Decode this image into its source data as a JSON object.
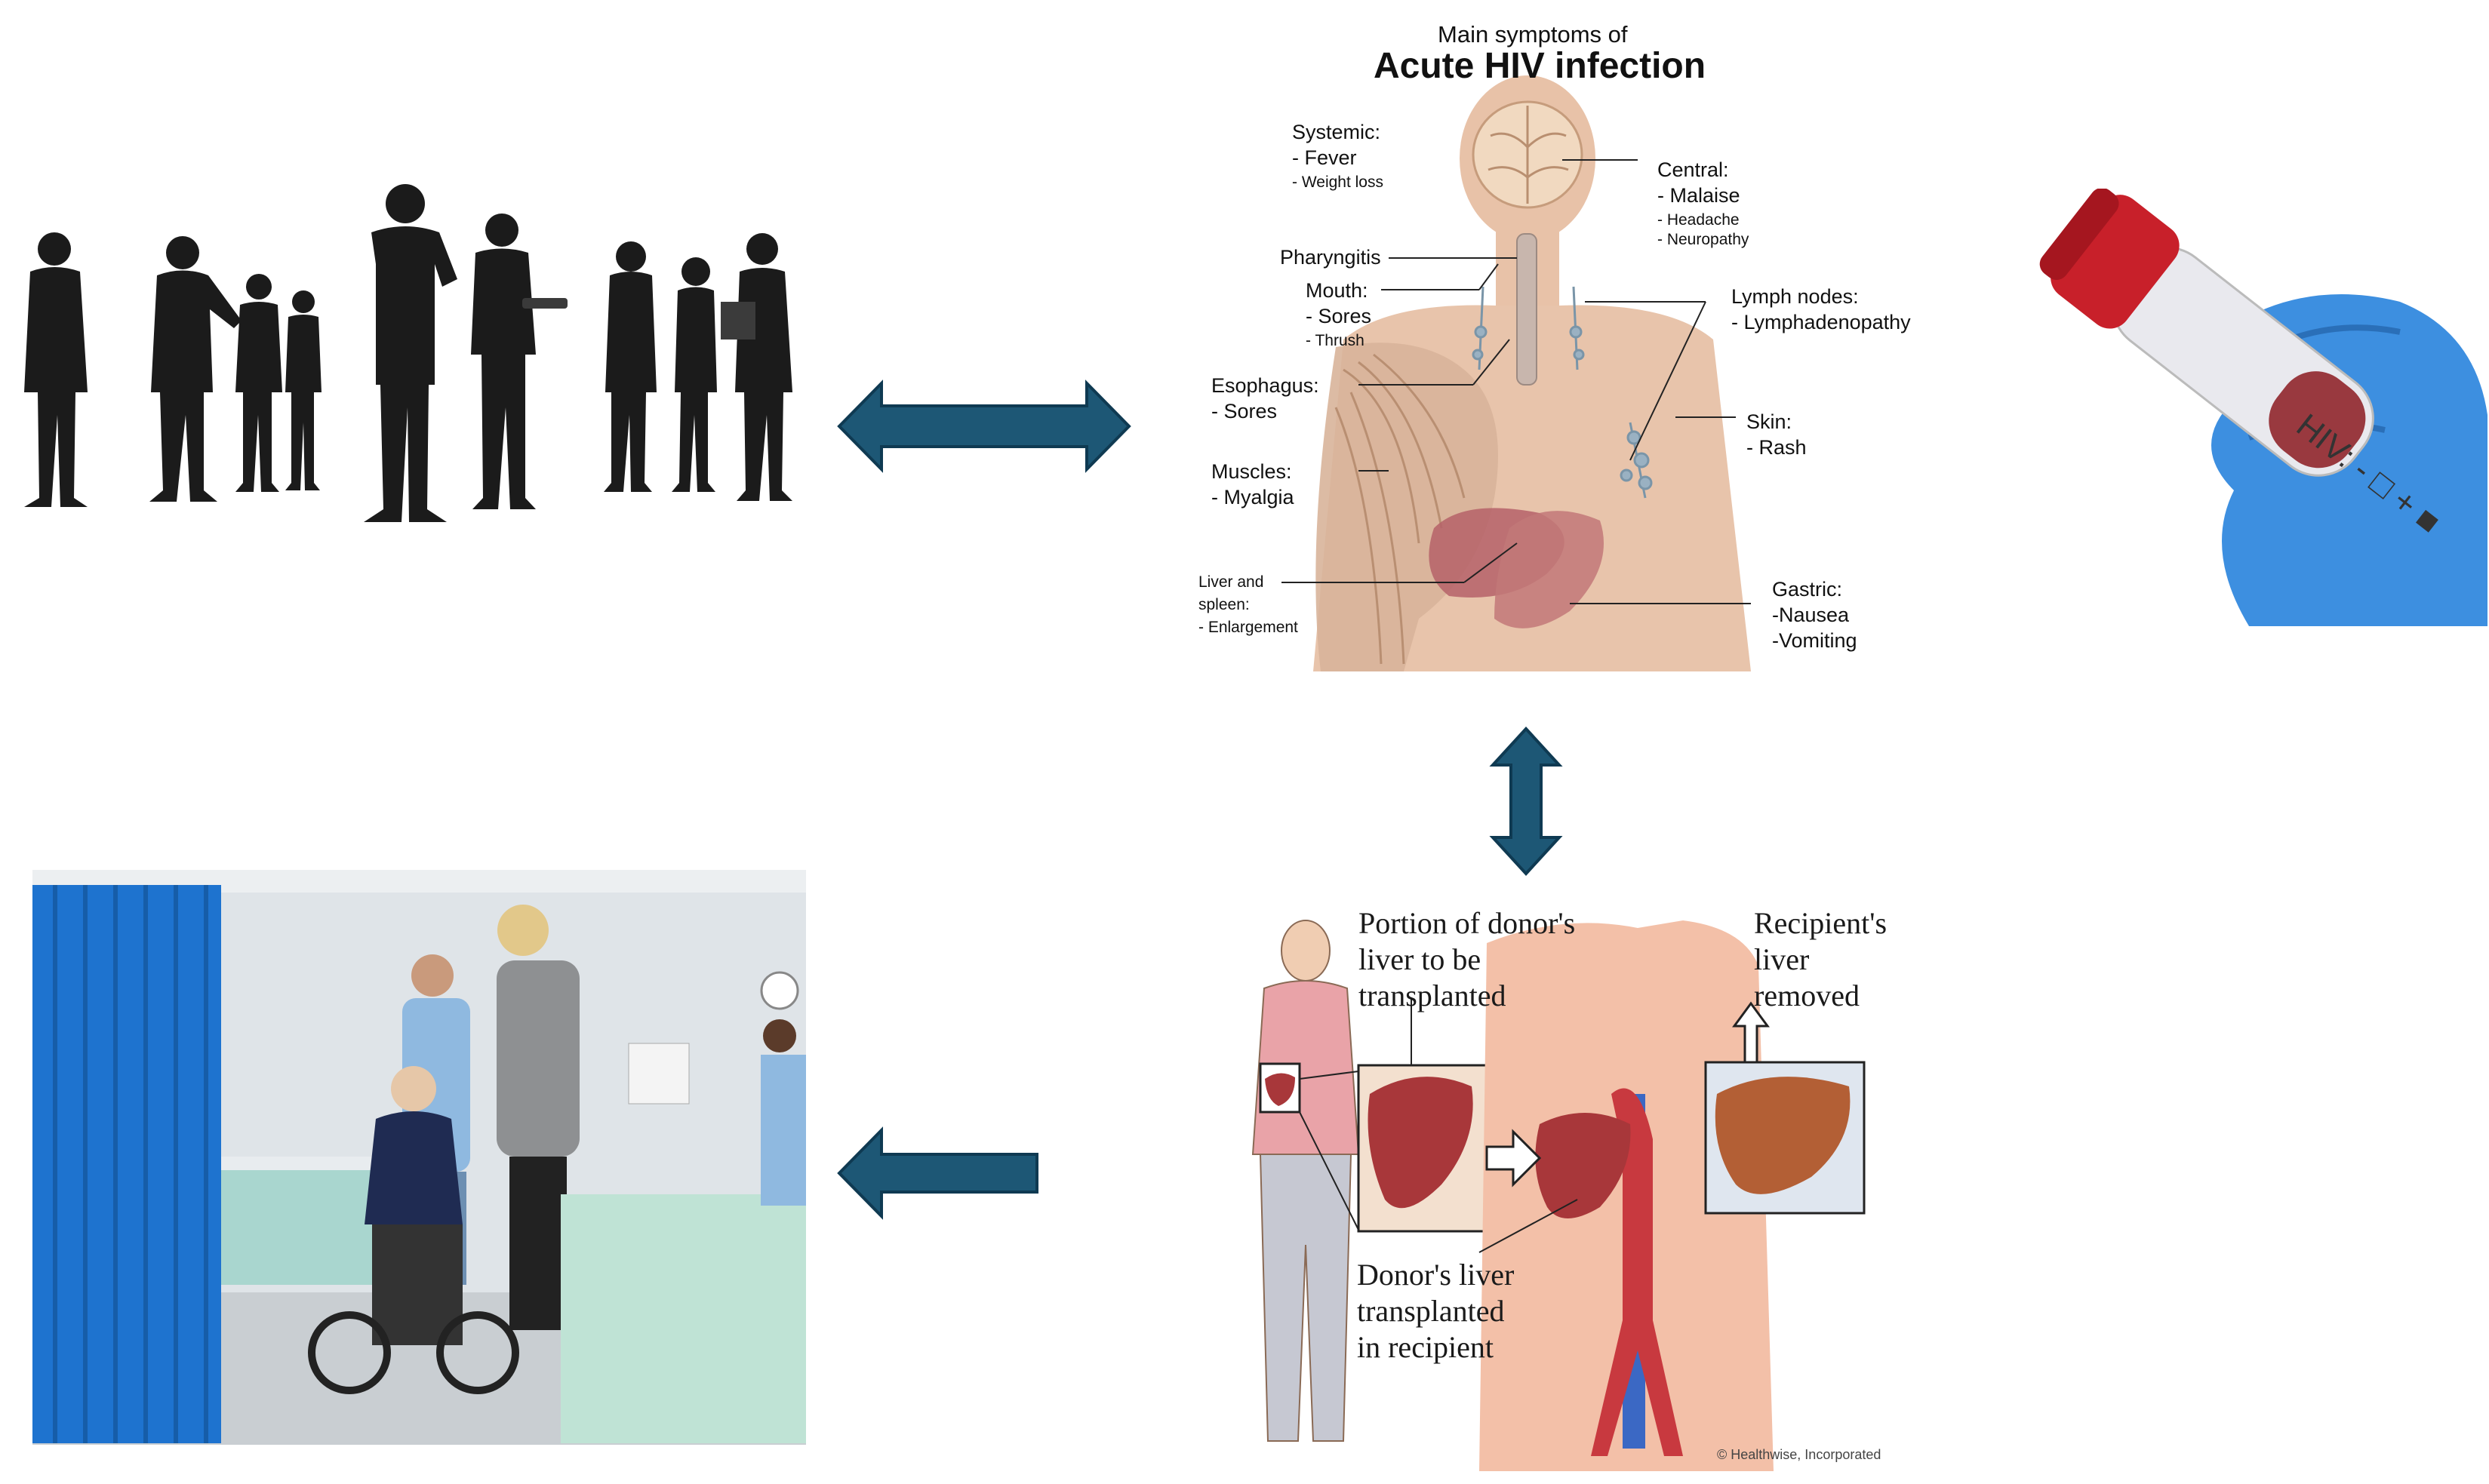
{
  "symptoms": {
    "subtitle": "Main symptoms of",
    "title": "Acute HIV infection",
    "systemic": {
      "head": "Systemic:",
      "items": [
        "- Fever",
        "- Weight loss"
      ]
    },
    "pharyngitis": "Pharyngitis",
    "mouth": {
      "head": "Mouth:",
      "items": [
        "- Sores",
        "- Thrush"
      ]
    },
    "esophagus": {
      "head": "Esophagus:",
      "items": [
        "- Sores"
      ]
    },
    "muscles": {
      "head": "Muscles:",
      "items": [
        "- Myalgia"
      ]
    },
    "liver": {
      "lines": [
        "Liver and",
        "spleen:",
        "- Enlargement"
      ]
    },
    "central": {
      "head": "Central:",
      "items": [
        "- Malaise",
        "- Headache",
        "- Neuropathy"
      ]
    },
    "lymph": {
      "head": "Lymph nodes:",
      "items": [
        "- Lymphadenopathy"
      ]
    },
    "skin": {
      "head": "Skin:",
      "items": [
        "- Rash"
      ]
    },
    "gastric": {
      "head": "Gastric:",
      "items": [
        "-Nausea",
        "-Vomiting"
      ]
    }
  },
  "test_tube": {
    "text": "HIV: - □ + ■"
  },
  "transplant": {
    "donor_label": [
      "Portion of donor's",
      "liver to be",
      "transplanted"
    ],
    "recipient_label": [
      "Recipient's",
      "liver",
      "removed"
    ],
    "transplanted_label": [
      "Donor's liver",
      "transplanted",
      "in recipient"
    ],
    "credit": "© Healthwise, Incorporated"
  },
  "colors": {
    "arrow": "#1d5775",
    "arrow_stroke": "#0f3a52",
    "skin": "#e9bfa6",
    "liver": "#a8373a",
    "curtain": "#1e73cf",
    "glove": "#3d8fe0",
    "cap": "#c8202a"
  }
}
